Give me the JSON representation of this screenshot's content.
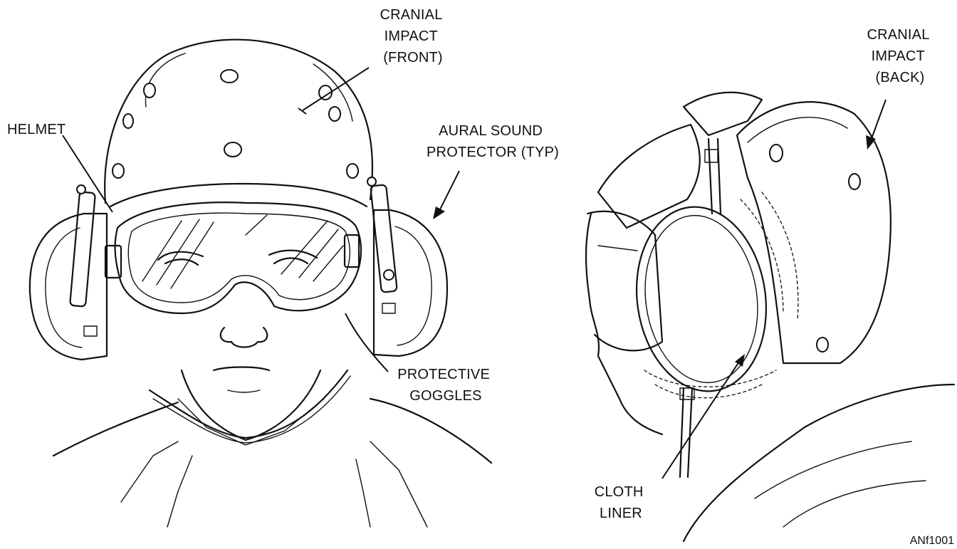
{
  "labels": {
    "cranial_front": [
      "CRANIAL",
      "IMPACT",
      "(FRONT)"
    ],
    "cranial_back": [
      "CRANIAL",
      "IMPACT",
      "(BACK)"
    ],
    "helmet": [
      "HELMET"
    ],
    "aural": [
      "AURAL SOUND",
      "PROTECTOR (TYP)"
    ],
    "goggles": [
      "PROTECTIVE",
      "GOGGLES"
    ],
    "cloth_liner": [
      "CLOTH",
      "LINER"
    ]
  },
  "figure_id": "ANf1001"
}
